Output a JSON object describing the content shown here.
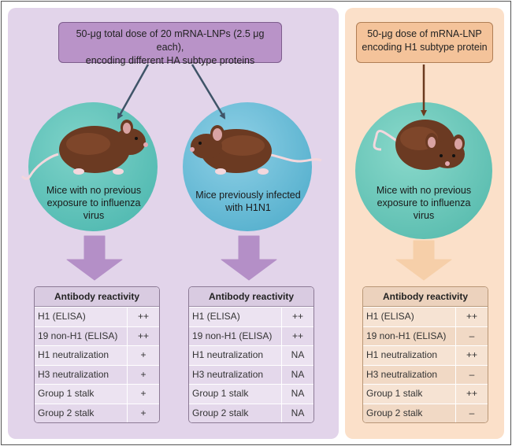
{
  "left_group": {
    "dose_lines": [
      "50-μg total dose of 20 mRNA-LNPs (2.5 μg each),",
      "encoding different HA subtype proteins"
    ],
    "cohorts": [
      {
        "caption_lines": [
          "Mice with no previous",
          "exposure to influenza",
          "virus"
        ],
        "table": {
          "header": "Antibody reactivity",
          "rows": [
            {
              "label": "H1 (ELISA)",
              "value": "++"
            },
            {
              "label": "19 non-H1 (ELISA)",
              "value": "++"
            },
            {
              "label": "H1 neutralization",
              "value": "+"
            },
            {
              "label": "H3 neutralization",
              "value": "+"
            },
            {
              "label": "Group 1 stalk",
              "value": "+"
            },
            {
              "label": "Group 2 stalk",
              "value": "+"
            }
          ]
        }
      },
      {
        "caption_lines": [
          "Mice previously infected",
          "with H1N1"
        ],
        "table": {
          "header": "Antibody reactivity",
          "rows": [
            {
              "label": "H1 (ELISA)",
              "value": "++"
            },
            {
              "label": "19 non-H1 (ELISA)",
              "value": "++"
            },
            {
              "label": "H1 neutralization",
              "value": "NA"
            },
            {
              "label": "H3 neutralization",
              "value": "NA"
            },
            {
              "label": "Group 1 stalk",
              "value": "NA"
            },
            {
              "label": "Group 2 stalk",
              "value": "NA"
            }
          ]
        }
      }
    ]
  },
  "right_group": {
    "dose_lines": [
      "50-μg dose of mRNA-LNP",
      "encoding H1 subtype protein"
    ],
    "cohort": {
      "caption_lines": [
        "Mice with no previous",
        "exposure to influenza",
        "virus"
      ],
      "table": {
        "header": "Antibody reactivity",
        "rows": [
          {
            "label": "H1 (ELISA)",
            "value": "++"
          },
          {
            "label": "19 non-H1 (ELISA)",
            "value": "–"
          },
          {
            "label": "H1 neutralization",
            "value": "++"
          },
          {
            "label": "H3 neutralization",
            "value": "–"
          },
          {
            "label": "Group 1 stalk",
            "value": "++"
          },
          {
            "label": "Group 2 stalk",
            "value": "–"
          }
        ]
      }
    }
  },
  "colors": {
    "left_panel": "#e2d4ea",
    "right_panel": "#fbe0c9",
    "left_dose_box": "#b993c8",
    "right_dose_box": "#f4c39a",
    "arrow_purple": "#b48fc7",
    "arrow_orange": "#f6cfa9",
    "mouse_brown": "#6b3a22"
  },
  "icons": [
    "mouse-illustration",
    "down-arrow"
  ]
}
